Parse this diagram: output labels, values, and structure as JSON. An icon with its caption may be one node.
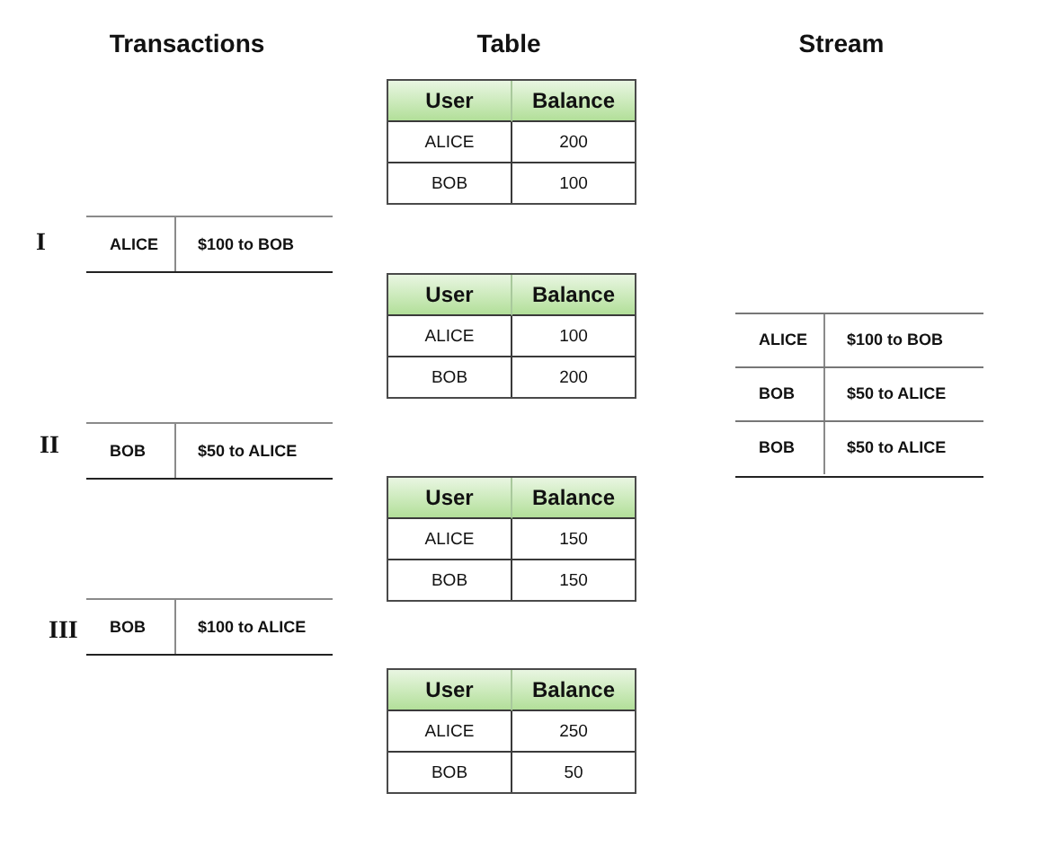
{
  "diagram": {
    "nodes": [
      {
        "text": [
          "User",
          "Balance",
          "ALICE",
          "200",
          "BOB",
          "100"
        ]
      },
      {
        "text": [
          "ALICE",
          "$100 to BOB"
        ],
        "beside": [
          "I"
        ]
      },
      {
        "text": [
          "User",
          "Balance",
          "ALICE",
          "100",
          "BOB",
          "200"
        ]
      },
      {
        "text": [
          "ALICE",
          "$100 to BOB",
          "BOB",
          "$50 to ALICE",
          "BOB",
          "$50 to ALICE"
        ]
      },
      {
        "text": [
          "BOB",
          "$50 to ALICE"
        ],
        "beside": [
          "II"
        ]
      },
      {
        "text": [
          "User",
          "Balance",
          "ALICE",
          "150",
          "BOB",
          "150"
        ]
      },
      {
        "text": [
          "BOB",
          "$100 to ALICE"
        ],
        "beside": [
          "III"
        ]
      },
      {
        "text": [
          "User",
          "Balance",
          "ALICE",
          "250",
          "BOB",
          "50"
        ]
      }
    ],
    "labels": [
      "Transactions",
      "Table",
      "Stream"
    ]
  }
}
